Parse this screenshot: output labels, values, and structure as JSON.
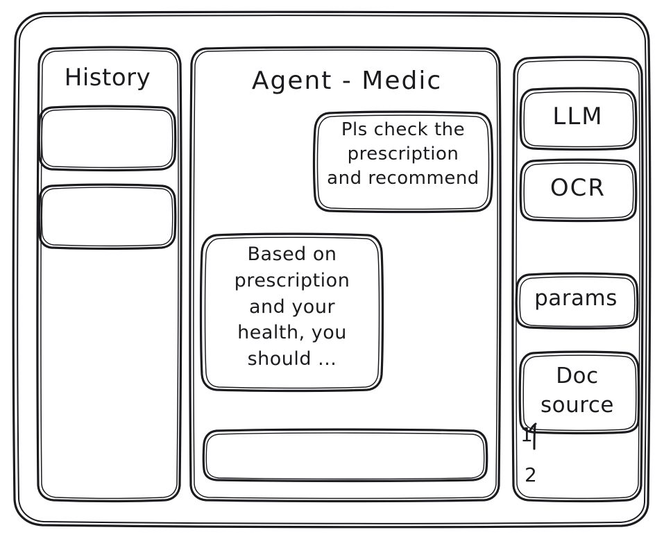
{
  "window": {
    "name": "wireframe-window"
  },
  "history_panel": {
    "title": "History",
    "items": [
      {
        "label": ""
      },
      {
        "label": ""
      }
    ]
  },
  "main_panel": {
    "title": "Agent - Medic",
    "messages": [
      {
        "role": "user",
        "text": "Pls check the\nprescription\nand recommend"
      },
      {
        "role": "agent",
        "text": "Based on\nprescription\nand your\nhealth, you\nshould ..."
      }
    ],
    "composer": {
      "value": "",
      "placeholder": ""
    }
  },
  "tools_panel": {
    "buttons": [
      {
        "label": "LLM"
      },
      {
        "label": "OCR"
      },
      {
        "label": "params"
      },
      {
        "label": "Doc\nsource"
      }
    ],
    "doc_sources": [
      {
        "label": "1"
      },
      {
        "label": "2"
      }
    ]
  },
  "style": {
    "stroke": "#1b1b1f",
    "background": "#ffffff"
  }
}
